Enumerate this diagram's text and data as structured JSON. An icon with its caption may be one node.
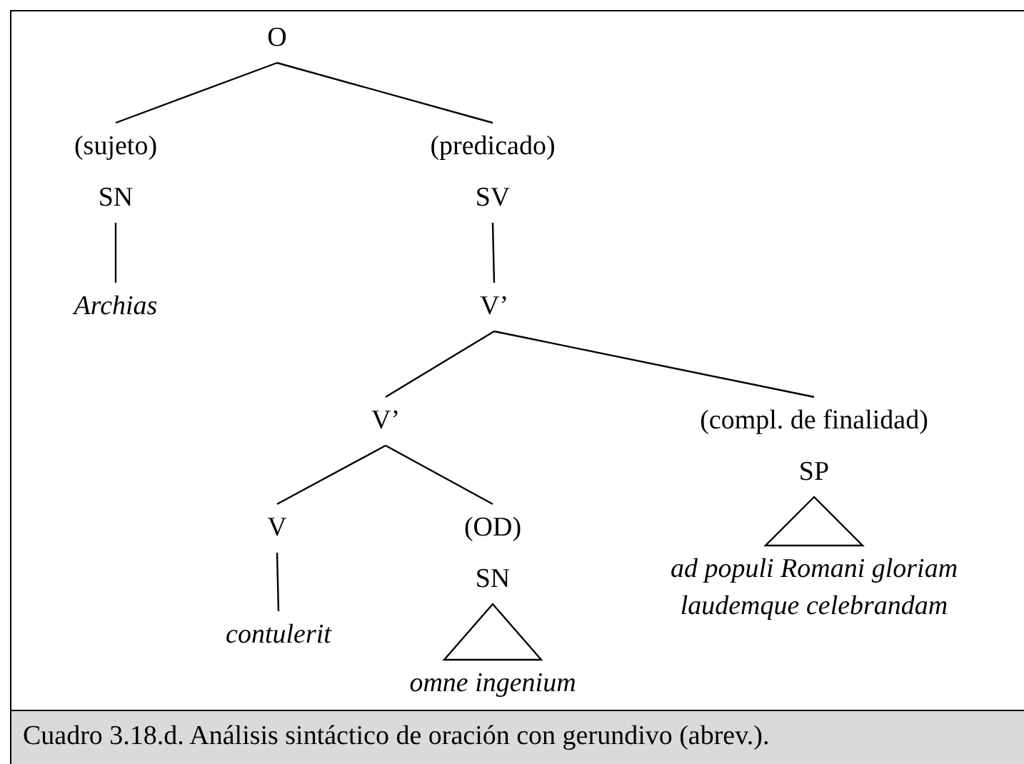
{
  "diagram": {
    "caption": "Cuadro 3.18.d. Análisis sintáctico de oración con gerundivo (abrev.).",
    "nodes": [
      {
        "text": [
          "O"
        ]
      },
      {
        "text": [
          "(sujeto)",
          "SN"
        ]
      },
      {
        "text": [
          "Archias"
        ]
      },
      {
        "text": [
          "(predicado)",
          "SV"
        ]
      },
      {
        "text": [
          "V’"
        ]
      },
      {
        "text": [
          "V’"
        ]
      },
      {
        "text": [
          "(compl. de finalidad)",
          "SP"
        ]
      },
      {
        "text": [
          "V"
        ]
      },
      {
        "text": [
          "contulerit"
        ]
      },
      {
        "text": [
          "(OD)",
          "SN"
        ]
      },
      {
        "text": [
          "omne ingenium"
        ]
      },
      {
        "text": [
          "ad populi Romani gloriam laudemque celebrandam"
        ]
      }
    ],
    "edges": [
      {
        "from": 0,
        "to": 1,
        "arrow": "none"
      },
      {
        "from": 0,
        "to": 3,
        "arrow": "none"
      },
      {
        "from": 1,
        "to": 2,
        "arrow": "none"
      },
      {
        "from": 3,
        "to": 4,
        "arrow": "none"
      },
      {
        "from": 4,
        "to": 5,
        "arrow": "none"
      },
      {
        "from": 4,
        "to": 6,
        "arrow": "none"
      },
      {
        "from": 5,
        "to": 7,
        "arrow": "none"
      },
      {
        "from": 5,
        "to": 9,
        "arrow": "none"
      },
      {
        "from": 7,
        "to": 8,
        "arrow": "none"
      },
      {
        "from": 9,
        "to": 10,
        "arrow": "none"
      },
      {
        "from": 6,
        "to": 11,
        "arrow": "none"
      }
    ]
  }
}
